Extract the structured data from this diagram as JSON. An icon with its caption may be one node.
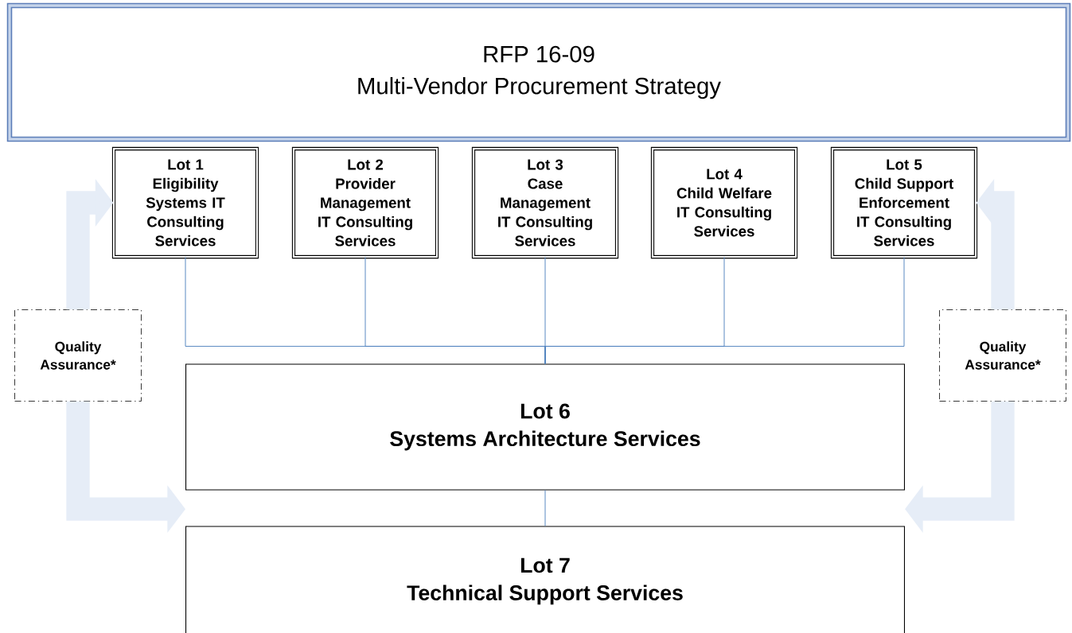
{
  "diagram": {
    "nodes": [
      {
        "text": [
          "RFP 16-09",
          "Multi-Vendor Procurement Strategy"
        ]
      },
      {
        "text": [
          "Lot 1",
          "Eligibility Systems IT Consulting Services"
        ]
      },
      {
        "text": [
          "Lot 2",
          "Provider Management IT Consulting Services"
        ]
      },
      {
        "text": [
          "Lot 3",
          "Case Management IT Consulting Services"
        ]
      },
      {
        "text": [
          "Lot 4",
          "Child Welfare IT Consulting Services"
        ]
      },
      {
        "text": [
          "Lot 5",
          "Child Support Enforcement IT Consulting Services"
        ]
      },
      {
        "text": [
          "Lot 6",
          "Systems Architecture Services"
        ]
      },
      {
        "text": [
          "Lot 7",
          "Technical Support Services"
        ]
      },
      {
        "text": [
          "Quality Assurance*"
        ]
      },
      {
        "text": [
          "Quality Assurance*"
        ]
      }
    ],
    "edges": [
      {
        "from": 1,
        "to": 6,
        "arrow": "none"
      },
      {
        "from": 2,
        "to": 6,
        "arrow": "none"
      },
      {
        "from": 3,
        "to": 6,
        "arrow": "none"
      },
      {
        "from": 4,
        "to": 6,
        "arrow": "none"
      },
      {
        "from": 5,
        "to": 6,
        "arrow": "none"
      },
      {
        "from": 6,
        "to": 7,
        "arrow": "none"
      },
      {
        "from": 8,
        "to": 1,
        "arrow": "to",
        "style": "thick",
        "color": "#e6edf7"
      },
      {
        "from": 8,
        "to": 7,
        "arrow": "to",
        "style": "thick",
        "color": "#e6edf7"
      },
      {
        "from": 9,
        "to": 5,
        "arrow": "to",
        "style": "thick",
        "color": "#e6edf7"
      },
      {
        "from": 9,
        "to": 7,
        "arrow": "to",
        "style": "thick",
        "color": "#e6edf7"
      }
    ]
  }
}
